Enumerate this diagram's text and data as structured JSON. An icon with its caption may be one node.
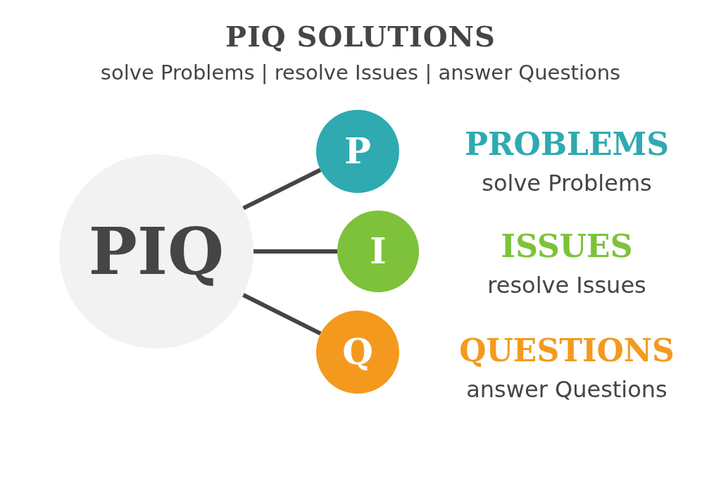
{
  "diagram": {
    "title": "PIQ SOLUTIONS",
    "caption": "solve Problems | resolve Issues | answer Questions",
    "nodes": [
      {
        "text": [
          "PIQ"
        ]
      },
      {
        "text": [
          "P"
        ],
        "beside": [
          "PROBLEMS",
          "solve Problems"
        ]
      },
      {
        "text": [
          "I"
        ],
        "beside": [
          "ISSUES",
          "resolve Issues"
        ]
      },
      {
        "text": [
          "Q"
        ],
        "beside": [
          "QUESTIONS",
          "answer Questions"
        ]
      }
    ],
    "edges": [
      {
        "from": 0,
        "to": 1,
        "arrow": "none"
      },
      {
        "from": 0,
        "to": 2,
        "arrow": "none"
      },
      {
        "from": 0,
        "to": 3,
        "arrow": "none"
      }
    ]
  }
}
